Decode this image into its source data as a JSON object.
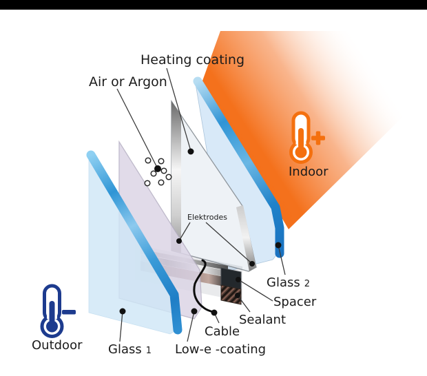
{
  "title": "Heated insulating glass unit diagram",
  "labels": {
    "heating_coating": "Heating coating",
    "air_or_argon": "Air or Argon",
    "elektrodes": "Elektrodes",
    "indoor": "Indoor",
    "outdoor": "Outdoor",
    "glass_word": "Glass",
    "glass1_num": "1",
    "glass2_num": "2",
    "spacer": "Spacer",
    "sealant": "Sealant",
    "cable": "Cable",
    "low_e_coating": "Low-e -coating"
  },
  "icons": {
    "warm": "thermometer-plus-icon",
    "cold": "thermometer-minus-icon"
  },
  "colors": {
    "letterbox": "#000000",
    "background": "#ffffff",
    "warm_accent": "#f4700f",
    "cold_accent": "#1d3b8e",
    "glow_orange": "#f4711c",
    "glass_edge_blue": "#2e93d4",
    "glass1_face": "#cfe7f7",
    "glass2_face": "#d8e9f8",
    "low_e_face": "#dcd5e6",
    "heating_pane_face": "#eef2f6",
    "label_text": "#1b1b1b"
  }
}
